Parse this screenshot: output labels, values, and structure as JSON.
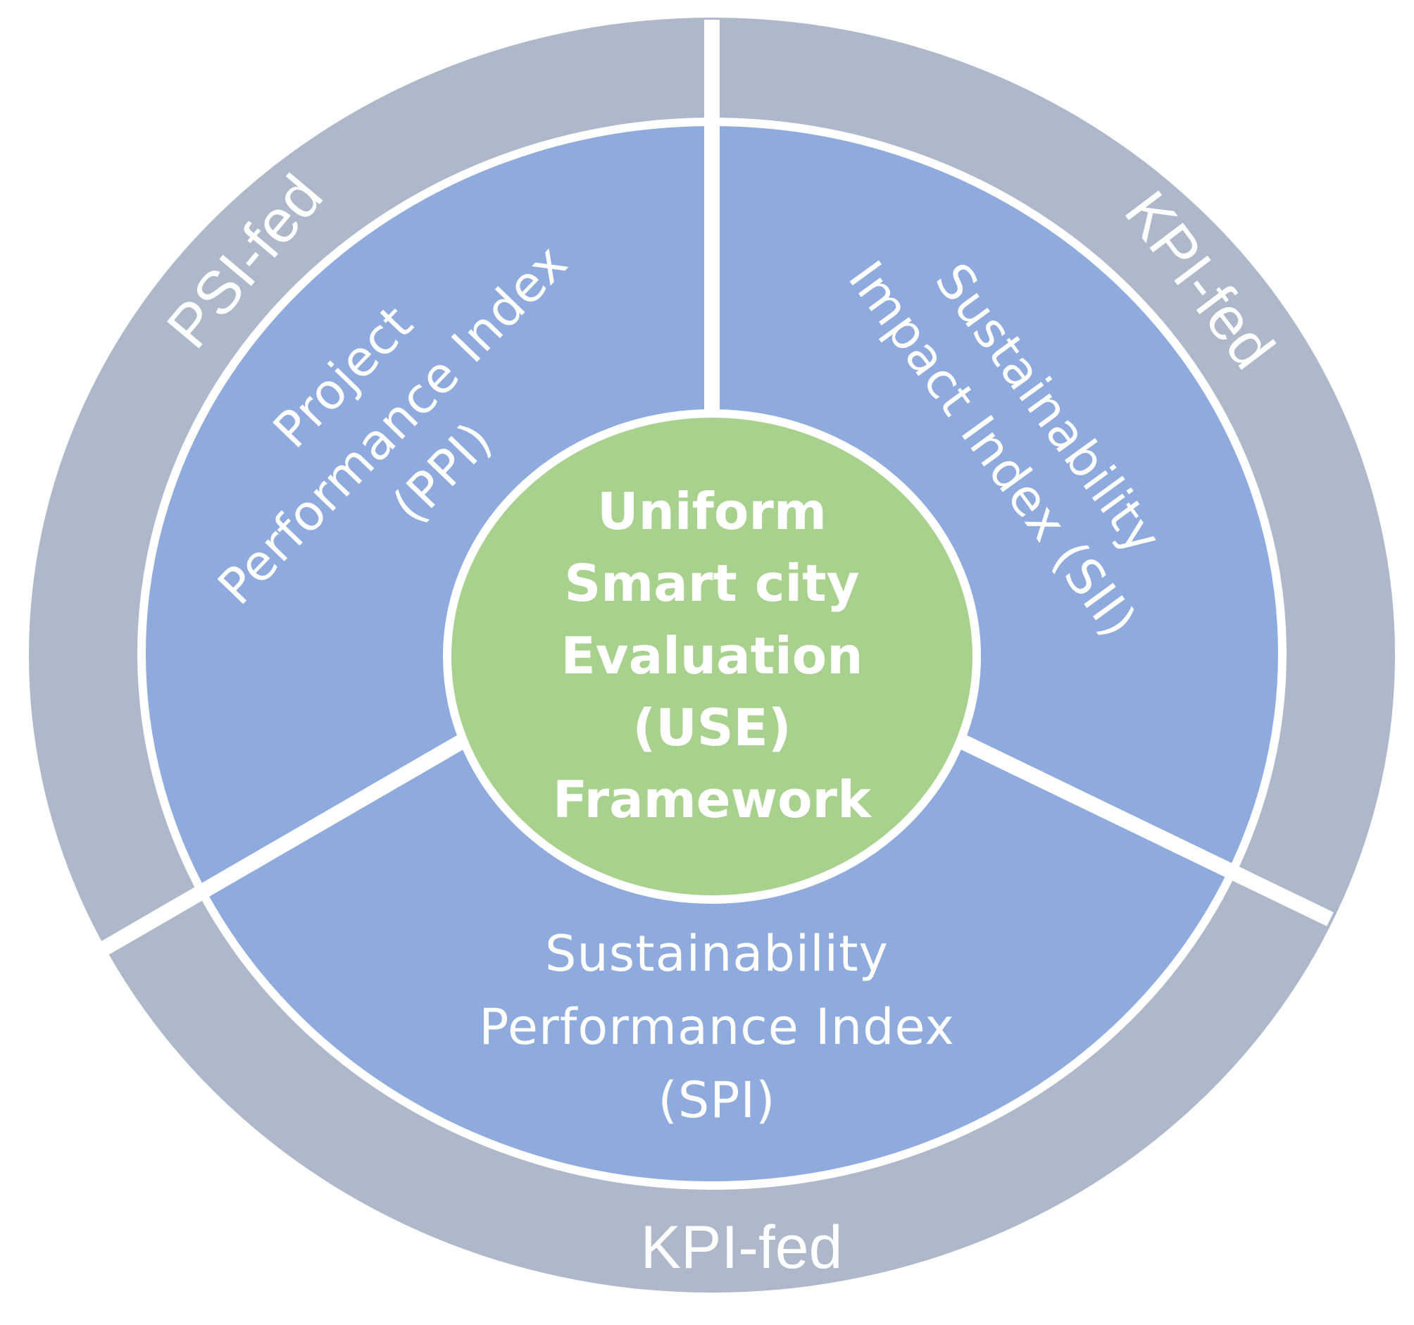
{
  "colors": {
    "outer_ring": "#adb9ca",
    "segments": "#8faadc",
    "core": "#a9d18e",
    "separator": "#ffffff",
    "text": "#ffffff"
  },
  "outer_ring": {
    "top_left_label": "PSI-fed",
    "top_right_label": "KPI-fed",
    "bottom_label": "KPI-fed"
  },
  "segments": {
    "ppi": {
      "lines": [
        "Project",
        "Performance Index",
        "(PPI)"
      ]
    },
    "sii": {
      "lines": [
        "Sustainability",
        "Impact Index (SII)"
      ]
    },
    "spi": {
      "lines": [
        "Sustainability",
        "Performance Index",
        "(SPI)"
      ]
    }
  },
  "core": {
    "lines": [
      "Uniform",
      "Smart city",
      "Evaluation",
      "(USE)",
      "Framework"
    ]
  }
}
